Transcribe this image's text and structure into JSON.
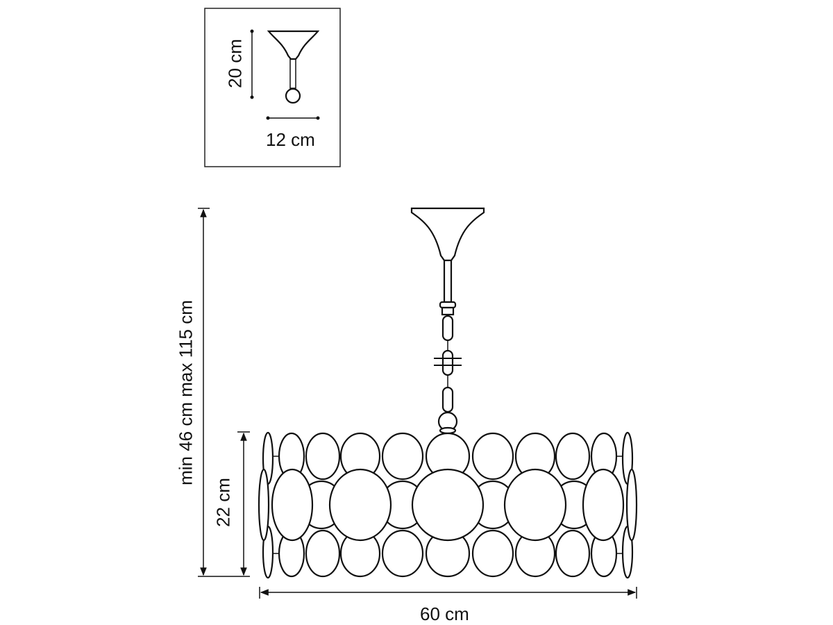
{
  "inset": {
    "height_label": "20 cm",
    "width_label": "12 cm"
  },
  "main": {
    "total_height_label": "min 46 cm max 115 cm",
    "shade_height_label": "22 cm",
    "width_label": "60 cm"
  }
}
